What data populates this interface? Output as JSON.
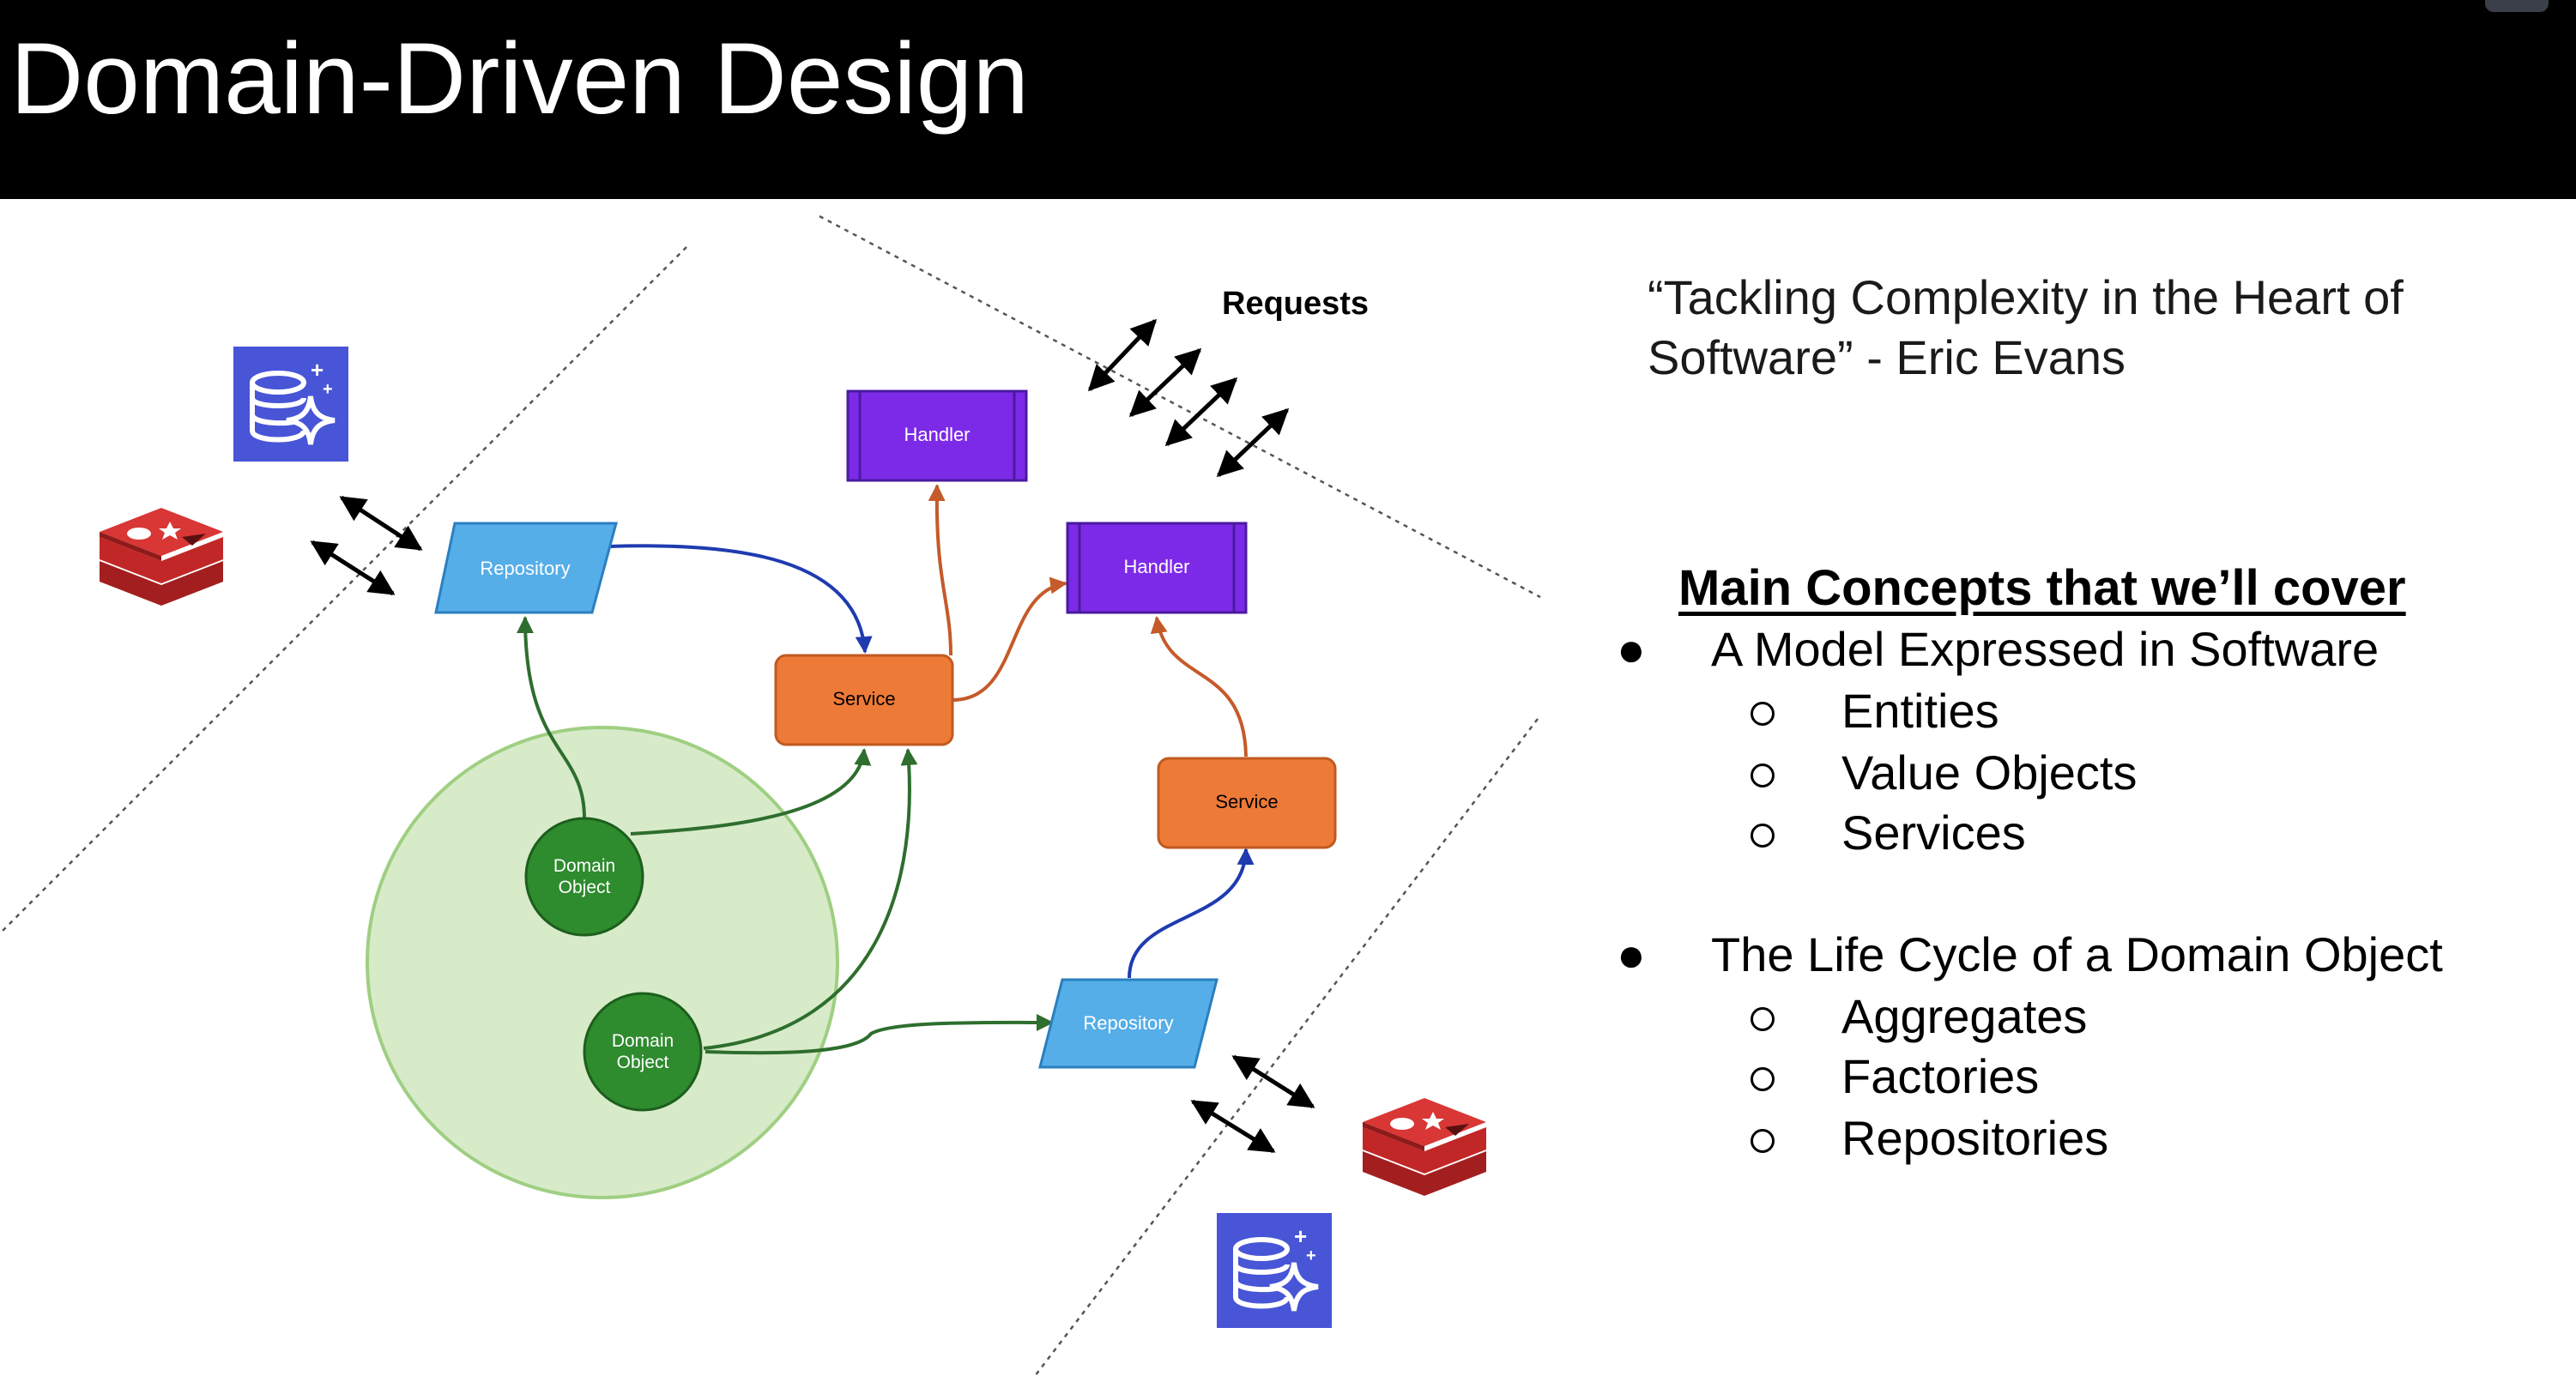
{
  "slide": {
    "title": "Domain-Driven Design"
  },
  "diagram": {
    "requests_label": "Requests",
    "handler_label": "Handler",
    "service_label": "Service",
    "repository_label": "Repository",
    "domain_object_line1": "Domain",
    "domain_object_line2": "Object",
    "icons": [
      "database-sparkle-icon",
      "redis-stack-icon"
    ],
    "colors": {
      "handler": "#7d2ae8",
      "service": "#ee7a38",
      "repository": "#55aee8",
      "domain_object": "#2e8b2e",
      "domain_circle": "#d7ebc9",
      "green_arrow": "#2e6e2e",
      "blue_arrow": "#1f3bb0",
      "orange_arrow": "#c55a2a",
      "database_icon": "#4755d6",
      "redis_icon": "#d32f2f"
    }
  },
  "quote": {
    "line1": "“Tackling Complexity in the Heart of",
    "line2": "Software” - Eric Evans"
  },
  "concepts": {
    "heading": "Main Concepts that we’ll cover",
    "bullet_glyph": "●",
    "sections": [
      {
        "title": "A Model Expressed in Software",
        "items": [
          "Entities",
          "Value Objects",
          "Services"
        ]
      },
      {
        "title": "The Life Cycle of a Domain Object",
        "items": [
          "Aggregates",
          "Factories",
          "Repositories"
        ]
      }
    ]
  }
}
